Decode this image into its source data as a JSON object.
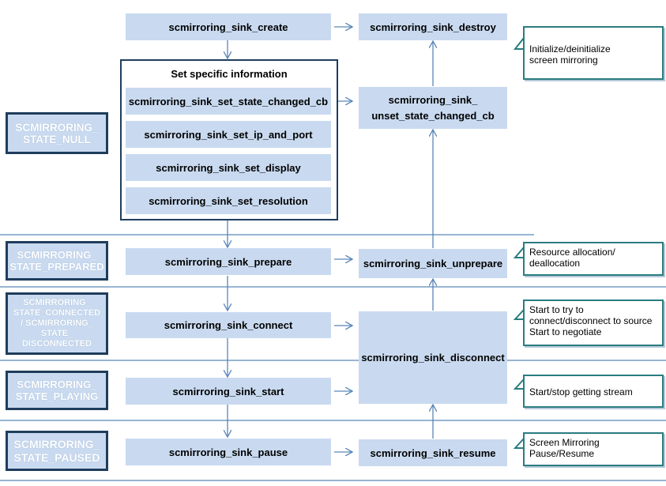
{
  "functions": {
    "create": "scmirroring_sink_create",
    "destroy": "scmirroring_sink_destroy",
    "group_title": "Set specific information",
    "set_state_changed_cb": "scmirroring_sink_set_state_changed_cb",
    "set_ip_and_port": "scmirroring_sink_set_ip_and_port",
    "set_display": "scmirroring_sink_set_display",
    "set_resolution": "scmirroring_sink_set_resolution",
    "unset_state_changed_cb": "scmirroring_sink_\nunset_state_changed_cb",
    "prepare": "scmirroring_sink_prepare",
    "unprepare": "scmirroring_sink_unprepare",
    "connect": "scmirroring_sink_connect",
    "disconnect": "scmirroring_sink_disconnect",
    "start": "scmirroring_sink_start",
    "pause": "scmirroring_sink_pause",
    "resume": "scmirroring_sink_resume"
  },
  "states": {
    "null": "SCMIRRORING_\nSTATE_NULL",
    "prepared": "SCMIRRORING_\nSTATE_PREPARED",
    "connected": "SCMIRRORING_\nSTATE_CONNECTED\n/ SCMIRRORING_\nSTATE_\nDISCONNECTED",
    "playing": "SCMIRRORING_\nSTATE_PLAYING",
    "paused": "SCMIRRORING_\nSTATE_PAUSED"
  },
  "notes": {
    "init": "Initialize/deinitialize\n screen mirroring",
    "resource": "Resource allocation/\ndeallocation",
    "connect": "Start to try to\nconnect/disconnect to source\nStart to negotiate",
    "stream": "Start/stop getting stream",
    "pause_resume": "Screen Mirroring\nPause/Resume"
  },
  "colors": {
    "box_fill": "#c9daf0",
    "state_border": "#1f3d5c",
    "arrow": "#5b86b8",
    "callout_border": "#2a7c80"
  }
}
